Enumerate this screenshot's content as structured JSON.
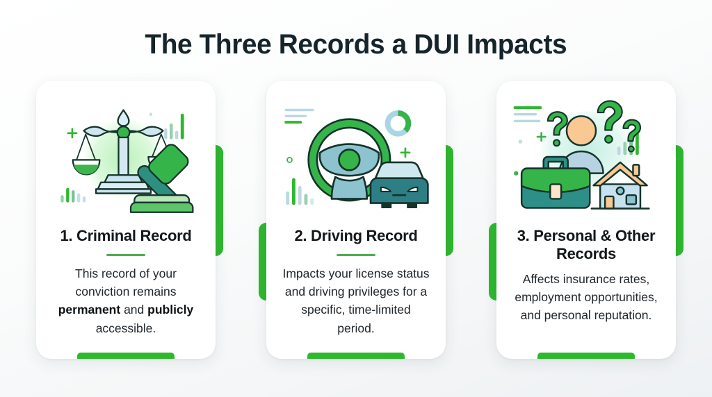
{
  "header": {
    "title": "The Three Records a DUI Impacts"
  },
  "theme": {
    "accent_green": "#2eb82e",
    "divider_green": "#4caf50",
    "title_color": "#16242b",
    "card_background": "#ffffff",
    "page_background": "#f2f4f6",
    "teal": "#2d7f7f",
    "light_blue": "#b9d4dd",
    "peach": "#f9c893"
  },
  "cards": [
    {
      "id": "criminal-record",
      "number": "1.",
      "heading": "1. Criminal Record",
      "body_html": "This record of your conviction remains <b>permanent</b> and <b>publicly</b> accessible.",
      "body_plain": "This record of your conviction remains permanent and publicly accessible.",
      "bold_terms": [
        "permanent",
        "publicly"
      ],
      "illustration": "scales-and-gavel-icon",
      "has_divider": true
    },
    {
      "id": "driving-record",
      "number": "2.",
      "heading": "2. Driving Record",
      "body_html": "Impacts your license status and driving privileges for a specific, time-limited period.",
      "body_plain": "Impacts your license status and driving privileges for a specific, time-limited period.",
      "bold_terms": [],
      "illustration": "steering-wheel-and-car-icon",
      "has_divider": true
    },
    {
      "id": "personal-other-records",
      "number": "3.",
      "heading": "3. Personal & Other Records",
      "body_html": "Affects insurance rates, employment opportunities, and personal reputation.",
      "body_plain": "Affects insurance rates, employment opportunities, and personal reputation.",
      "bold_terms": [],
      "illustration": "briefcase-house-person-icon",
      "has_divider": false
    }
  ]
}
